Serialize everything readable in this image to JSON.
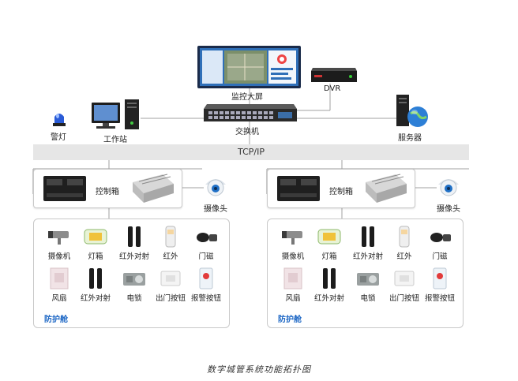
{
  "top": {
    "monitor_screen": "监控大屏",
    "dvr": "DVR",
    "switch": "交换机",
    "warning_light": "警灯",
    "workstation": "工作站",
    "server": "服务器",
    "network": "TCP/IP"
  },
  "left_cabin": {
    "controller": "控制箱",
    "camera": "摄像头",
    "devices_row1": [
      "摄像机",
      "灯箱",
      "红外对射",
      "红外",
      "门磁"
    ],
    "devices_row2": [
      "风扇",
      "红外对射",
      "电锁",
      "出门按钮",
      "报警按钮"
    ],
    "title": "防护舱"
  },
  "right_cabin": {
    "controller": "控制箱",
    "camera": "摄像头",
    "devices_row1": [
      "摄像机",
      "灯箱",
      "红外对射",
      "红外",
      "门磁"
    ],
    "devices_row2": [
      "风扇",
      "红外对射",
      "电锁",
      "出门按钮",
      "报警按钮"
    ],
    "title": "防护舱"
  },
  "caption": "数字城管系统功能拓扑图",
  "colors": {
    "accent": "#1d67c5",
    "bus": "#e6e6e6",
    "lines": "#9a9a9a"
  }
}
